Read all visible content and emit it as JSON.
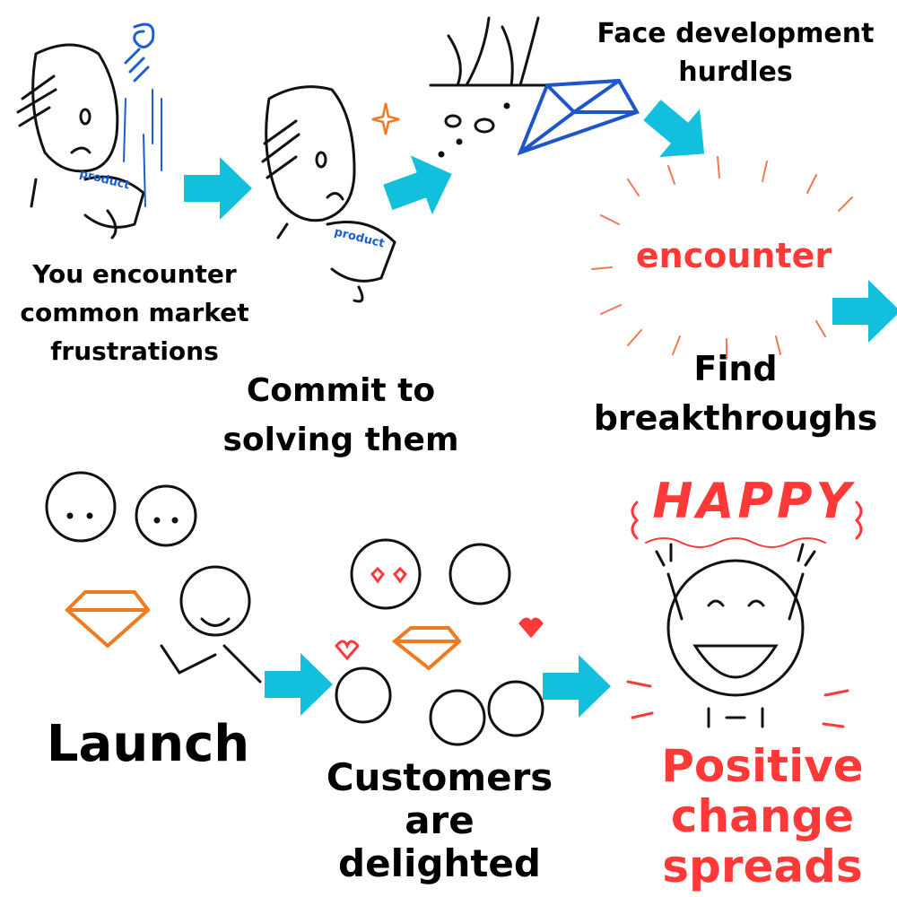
{
  "colors": {
    "arrow": "#12bfdc",
    "accent_red": "#ff3838",
    "product_blue": "#1a5fd0",
    "diamond_blue": "#1e56c8",
    "diamond_orange": "#f07a20"
  },
  "steps": [
    {
      "lines": [
        "You encounter",
        "common market",
        "frustrations"
      ],
      "shirt_label": "product"
    },
    {
      "lines": [
        "Commit to",
        "solving them"
      ],
      "shirt_label": "product"
    },
    {
      "lines": [
        "Face development",
        "hurdles"
      ]
    },
    {
      "burst_word": "encounter",
      "lines": [
        "Find",
        "breakthroughs"
      ]
    },
    {
      "lines": [
        "Launch"
      ]
    },
    {
      "lines": [
        "Customers",
        "are",
        "delighted"
      ]
    },
    {
      "banner": "HAPPY",
      "lines": [
        "Positive",
        "change",
        "spreads"
      ]
    }
  ]
}
